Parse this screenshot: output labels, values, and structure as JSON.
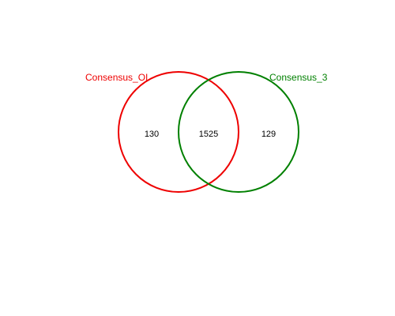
{
  "sets": [
    {
      "name": "Consensus_OI",
      "color": "#ee0000"
    },
    {
      "name": "Consensus_3",
      "color": "#008000"
    }
  ],
  "counts": {
    "only_a": "130",
    "intersection": "1525",
    "only_b": "129"
  }
}
